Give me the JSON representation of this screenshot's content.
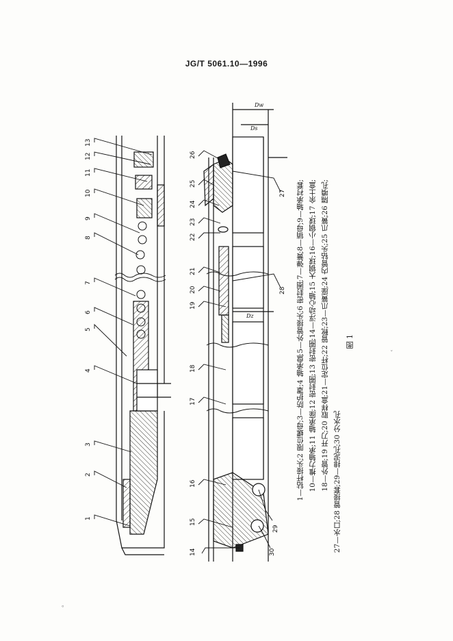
{
  "header": {
    "standard_no": "JG/T 5061.10—1996"
  },
  "figure": {
    "title": "图 1",
    "legend_lines": [
      "1—钻杆接头;2 限位螺母;3—防护罩;4 轴承盘;5—外管接头;6 密封圈;7—弹簧;8—销母;9—轴承衬套;",
      "10—推力轴承;11 轴承座;12 密封圈;13 密封圈;14—浮动心轴;15 大钢球;16—小钢球;17 余土盒;",
      "18—外管;19 开刀;20 取样盒;21—定位杆;22 管靴;23—爪簧座;24 内管钻头;25 爪簧;26 隔噴孔;",
      "27—水口;28 管接套;29—排泥孔;30 分水孔"
    ],
    "part_numbers_upper": [
      "1",
      "2",
      "3",
      "4",
      "5",
      "6",
      "7",
      "8",
      "9",
      "10",
      "11",
      "12",
      "13"
    ],
    "part_numbers_lower": [
      "14",
      "15",
      "16",
      "17",
      "18",
      "19",
      "20",
      "21",
      "22",
      "23",
      "24",
      "25",
      "26",
      "27",
      "28",
      "29",
      "30"
    ],
    "dimension_labels": {
      "outer": "Dw",
      "inner": "Ds",
      "core": "Dz"
    }
  },
  "marks": {
    "page_mark": "ˇ",
    "margin_mark": "。"
  }
}
